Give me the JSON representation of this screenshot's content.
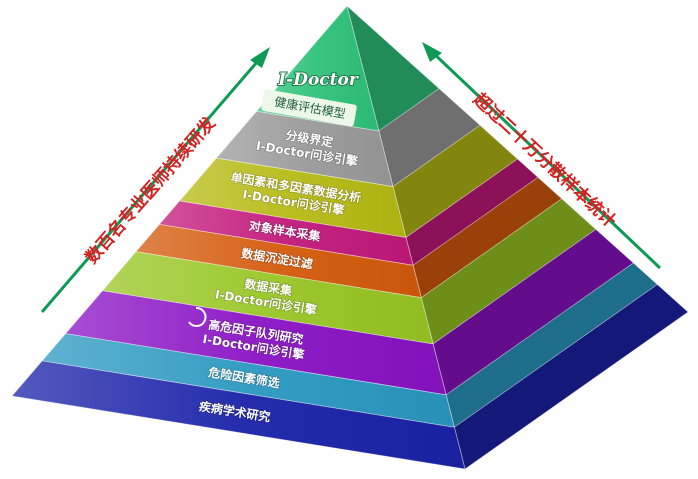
{
  "apex": {
    "title": "I-Doctor",
    "subtitle": "健康评估模型",
    "color": "#2ec27a"
  },
  "layers": [
    {
      "lines": [
        "分级界定",
        "I-Doctor问诊引擎"
      ],
      "color": "#9a9a9a"
    },
    {
      "lines": [
        "单因素和多因素数据分析",
        "I-Doctor问诊引擎"
      ],
      "color": "#b6ba13"
    },
    {
      "lines": [
        "对象样本采集"
      ],
      "color": "#c2187a"
    },
    {
      "lines": [
        "数据沉淀过滤"
      ],
      "color": "#d45a0c"
    },
    {
      "lines": [
        "数据采集",
        "I-Doctor问诊引擎"
      ],
      "color": "#98c624"
    },
    {
      "lines": [
        "高危因子队列研究",
        "I-Doctor问诊引擎"
      ],
      "color": "#8a12c4"
    },
    {
      "lines": [
        "危险因素筛选"
      ],
      "color": "#2a98c0"
    },
    {
      "lines": [
        "疾病学术研究"
      ],
      "color": "#1a22a8"
    }
  ],
  "left_caption": "数百名专业医师持续研发",
  "right_caption": "超过二十万分散样本统计",
  "arrow_color": "#0e9a55",
  "caption_color": "#d42020"
}
